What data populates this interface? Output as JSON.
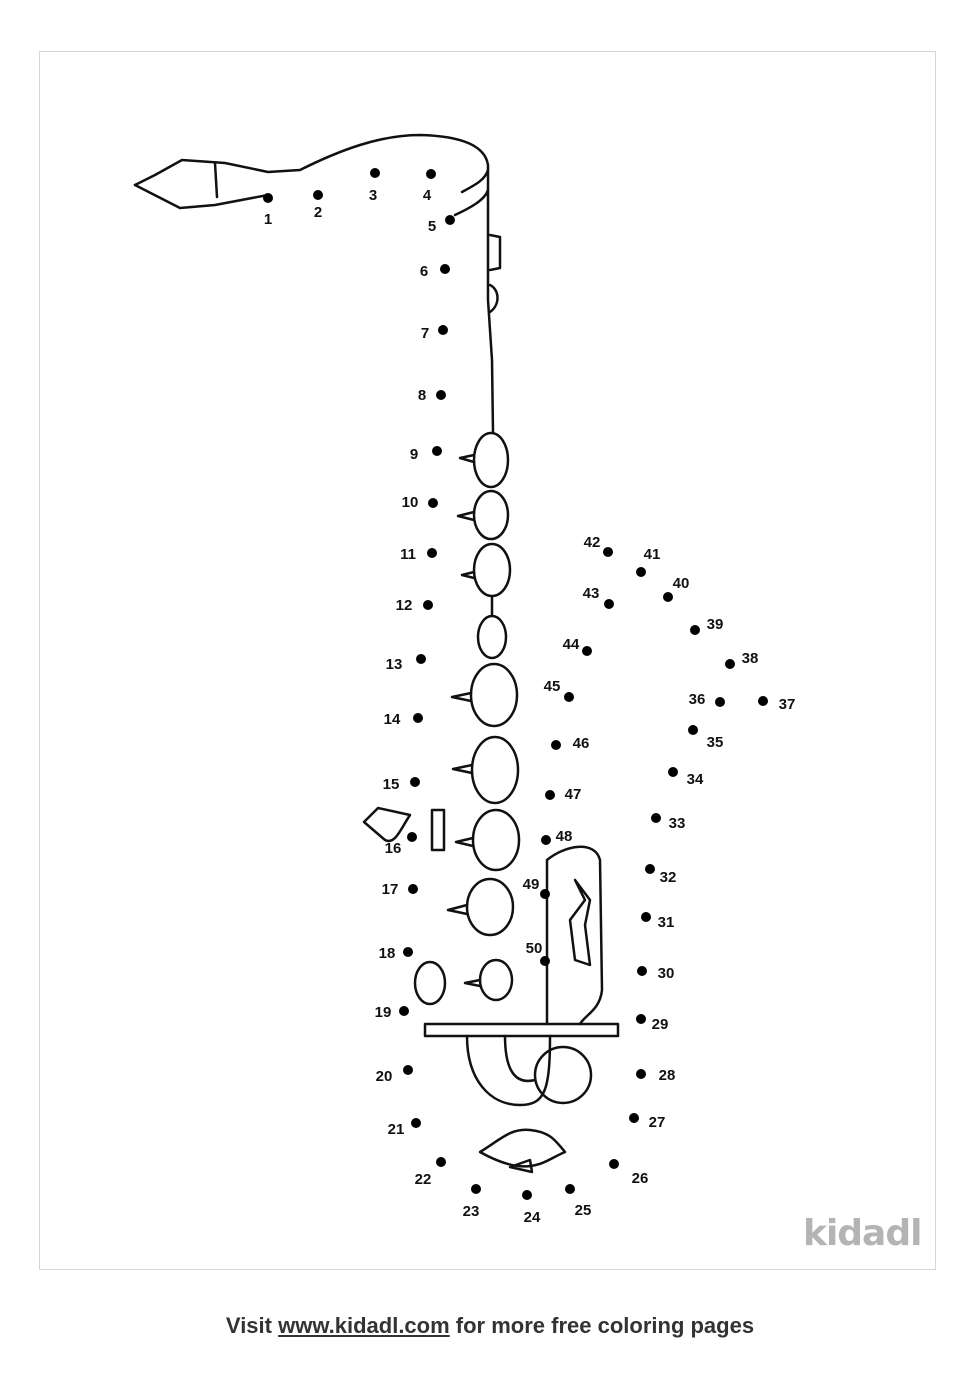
{
  "worksheet": {
    "dot_labels": [
      "1",
      "2",
      "3",
      "4",
      "5",
      "6",
      "7",
      "8",
      "9",
      "10",
      "11",
      "12",
      "13",
      "14",
      "15",
      "16",
      "17",
      "18",
      "19",
      "20",
      "21",
      "22",
      "23",
      "24",
      "25",
      "26",
      "27",
      "28",
      "29",
      "30",
      "31",
      "32",
      "33",
      "34",
      "35",
      "36",
      "37",
      "38",
      "39",
      "40",
      "41",
      "42",
      "43",
      "44",
      "45",
      "46",
      "47",
      "48",
      "49",
      "50"
    ]
  },
  "logo": {
    "text": "kidadl"
  },
  "footer": {
    "prefix": "Visit ",
    "link": "www.kidadl.com",
    "suffix": " for more free coloring pages"
  }
}
